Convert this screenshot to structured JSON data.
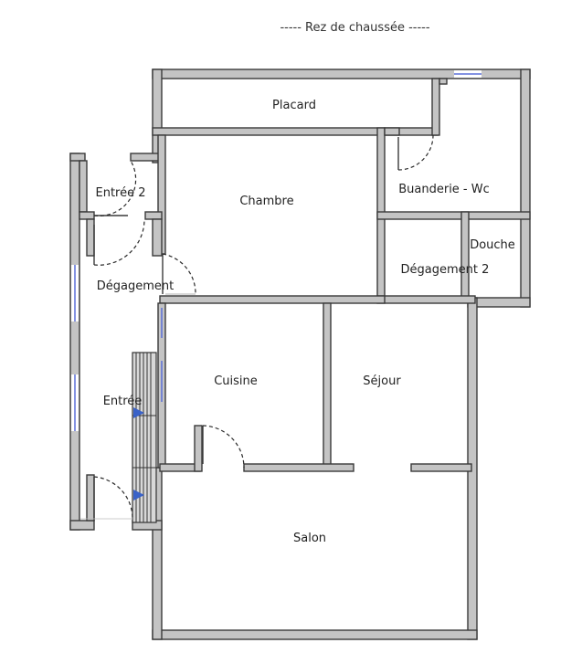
{
  "plan": {
    "title": "----- Rez de chaussée -----",
    "rooms": {
      "placard": "Placard",
      "chambre": "Chambre",
      "buanderie_wc": "Buanderie - Wc",
      "entree_2": "Entrée 2",
      "douche": "Douche",
      "degagement_2": "Dégagement 2",
      "degagement": "Dégagement",
      "cuisine": "Cuisine",
      "sejour": "Séjour",
      "entree": "Entrée",
      "salon": "Salon"
    },
    "colors": {
      "wall": "#c4c4c4",
      "wall_stroke": "#3a3a3a",
      "window": "#5a6fd8",
      "stair_arrow": "#3a62c8"
    }
  }
}
